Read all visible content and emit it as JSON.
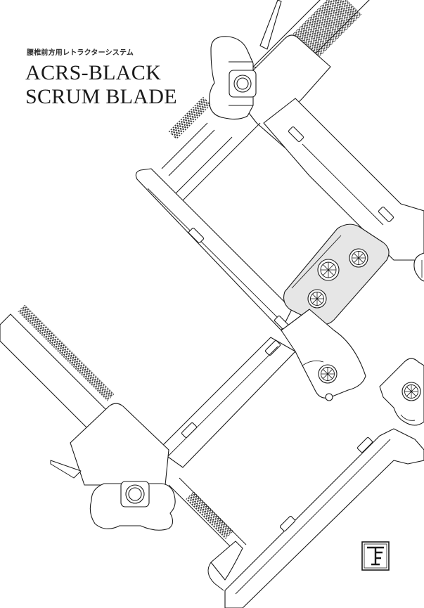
{
  "document": {
    "subtitle": "腰椎前方用レトラクターシステム",
    "title_line1": "ACRS-BLACK",
    "title_line2": "SCRUM BLADE",
    "logo_letters": "TF"
  },
  "colors": {
    "ink": "#1a1a1a",
    "highlight_fill": "#e6e6e6",
    "background": "#ffffff"
  }
}
